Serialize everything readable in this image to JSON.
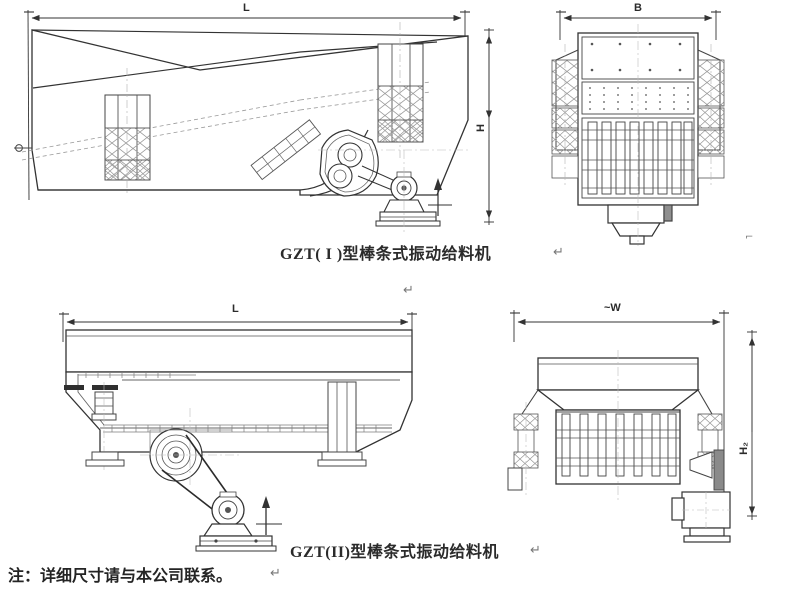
{
  "sheet": {
    "background": "#ffffff",
    "line_color": "#333333",
    "hatch_color": "#8c8c8c",
    "title_color": "#2b2b2b"
  },
  "captions": {
    "figure_1": "GZT( I )型棒条式振动给料机",
    "figure_2": "GZT(II)型棒条式振动给料机"
  },
  "note": {
    "text": "注：详细尺寸请与本公司联系。"
  },
  "pilcrows": {
    "after_caption_1": "↵",
    "between_figures": "↵",
    "after_caption_2": "↵",
    "before_note": "↵",
    "top_right": "⌐"
  },
  "dimensions": {
    "fig1_side_length": "L",
    "fig1_front_width": "B",
    "fig1_side_height": "H",
    "fig2_side_length": "L",
    "fig2_front_width": "~W",
    "fig2_front_height": "H₂"
  },
  "views": {
    "fig1_side": {
      "name": "GZT I side elevation"
    },
    "fig1_front": {
      "name": "GZT I front elevation"
    },
    "fig2_side": {
      "name": "GZT II side elevation"
    },
    "fig2_front": {
      "name": "GZT II front elevation"
    }
  }
}
